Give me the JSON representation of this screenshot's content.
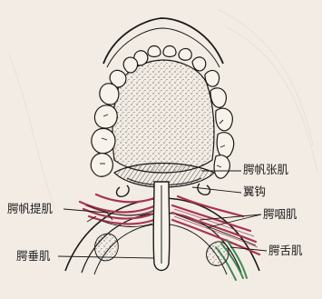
{
  "labels": {
    "tensor_veli_palatini": "腭帆张肌",
    "hamulus": "翼钩",
    "levator_veli_palatini": "腭帆提肌",
    "palatopharyngeus": "腭咽肌",
    "uvulae": "腭垂肌",
    "palatoglossus": "腭舌肌"
  },
  "colors": {
    "ink": "#1a1a1a",
    "paper": "#f3ece4",
    "muscle_red": "#a8344e",
    "muscle_green": "#3d8a55"
  }
}
